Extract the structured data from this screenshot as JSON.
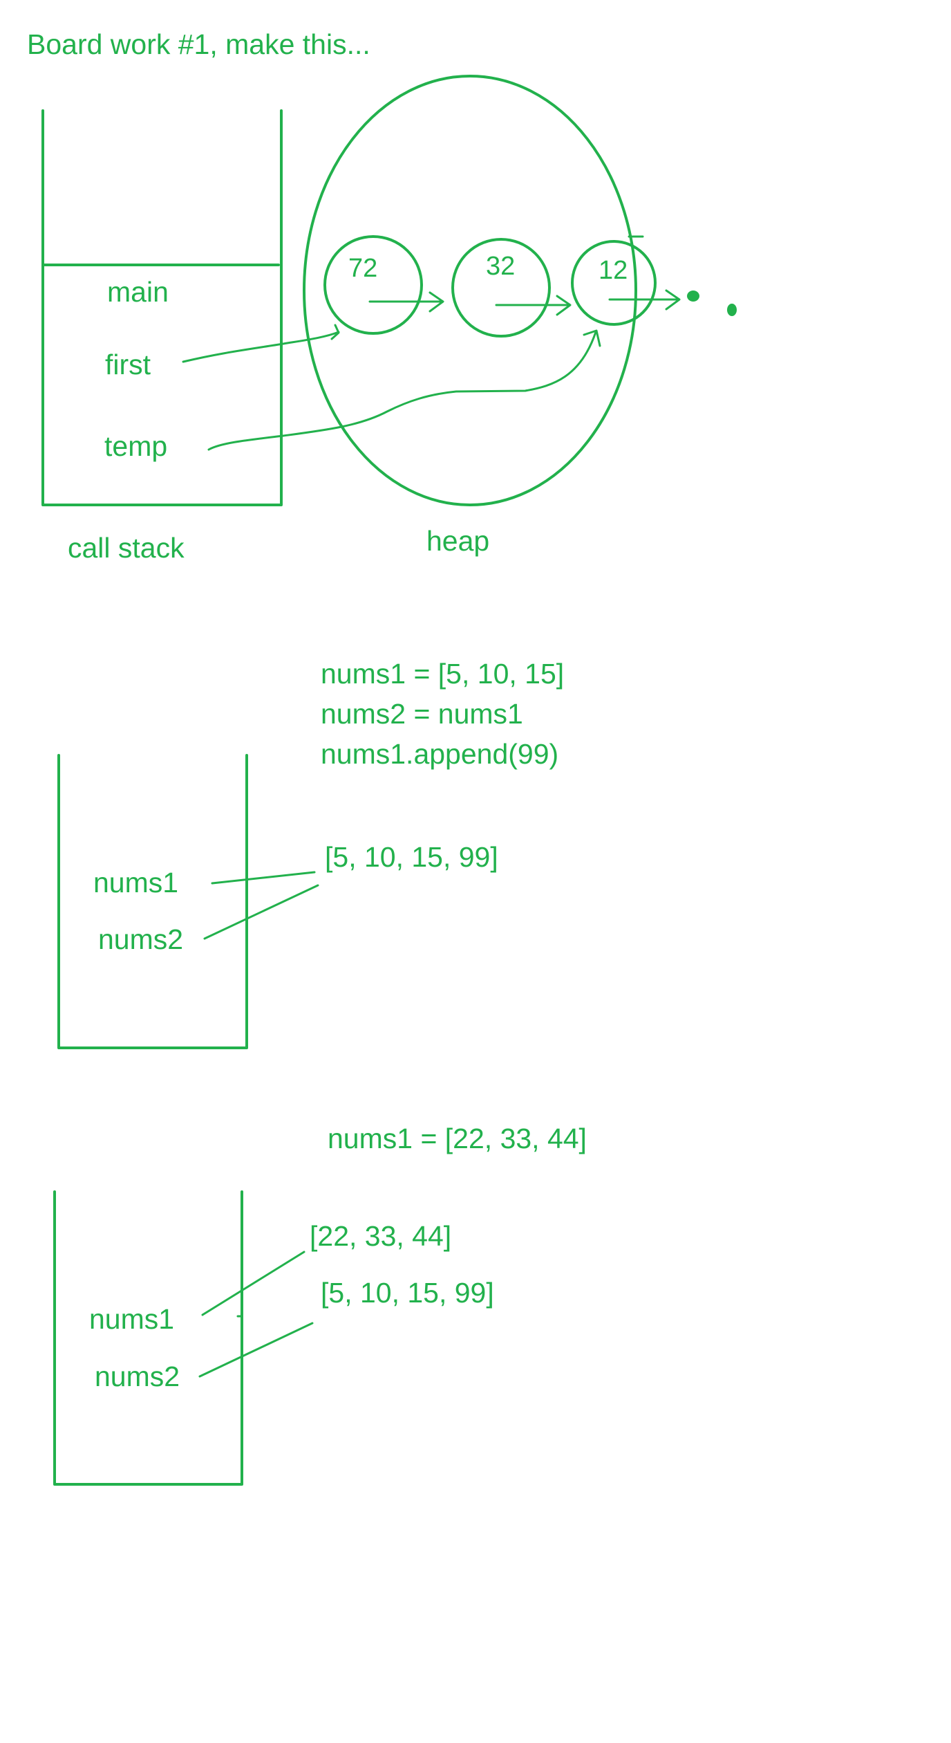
{
  "title": "Board work #1, make this...",
  "section1": {
    "stack_frame": "main",
    "variables": [
      "first",
      "temp"
    ],
    "stack_caption": "call stack",
    "heap_caption": "heap",
    "nodes": [
      "72",
      "32",
      "12"
    ]
  },
  "section2": {
    "code": [
      "nums1 = [5, 10, 15]",
      "nums2 = nums1",
      "nums1.append(99)"
    ],
    "variables": [
      "nums1",
      "nums2"
    ],
    "list_value": "[5, 10, 15, 99]"
  },
  "section3": {
    "code": "nums1 = [22, 33, 44]",
    "variables": [
      "nums1",
      "nums2"
    ],
    "new_list_value": "[22, 33, 44]",
    "old_list_value": "[5, 10, 15, 99]"
  },
  "ink_color": "#22b14c"
}
